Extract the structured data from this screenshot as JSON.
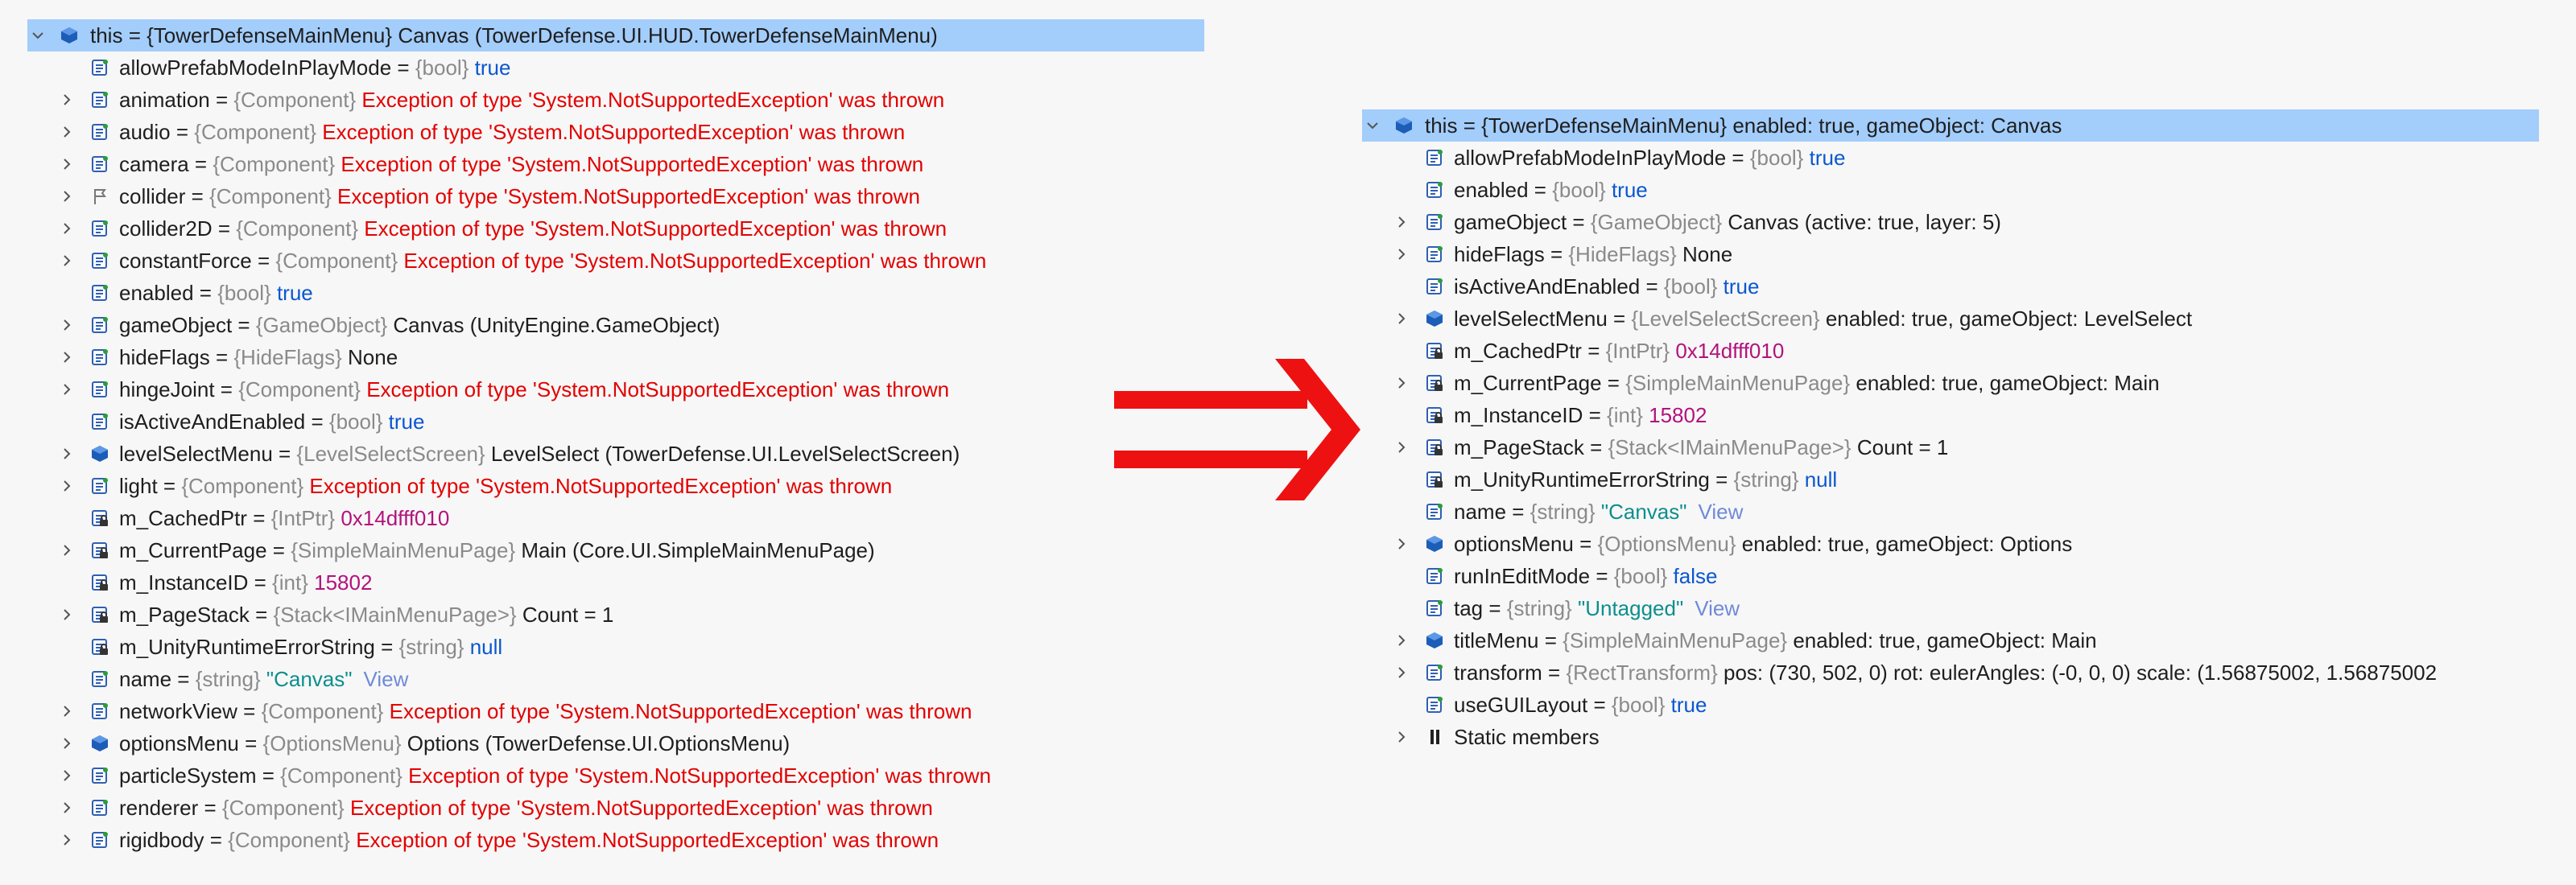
{
  "colors": {
    "selection": "#a3cdfb",
    "error": "#e30000",
    "keyword": "#0a57d0",
    "number": "#b3127c",
    "string": "#0d8e8e",
    "type": "#8a8a8a",
    "arrow": "#ee1111"
  },
  "left": {
    "header": {
      "name": "this",
      "type": "{TowerDefenseMainMenu}",
      "value": "Canvas (TowerDefense.UI.HUD.TowerDefenseMainMenu)",
      "icon": "object-icon"
    },
    "rows": [
      {
        "expand": false,
        "icon": "field-icon",
        "name": "allowPrefabModeInPlayMode",
        "type": "{bool}",
        "value": "true",
        "style": "kw"
      },
      {
        "expand": true,
        "icon": "field-icon",
        "name": "animation",
        "type": "{Component}",
        "value": "Exception of type 'System.NotSupportedException' was thrown",
        "style": "err"
      },
      {
        "expand": true,
        "icon": "field-icon",
        "name": "audio",
        "type": "{Component}",
        "value": "Exception of type 'System.NotSupportedException' was thrown",
        "style": "err"
      },
      {
        "expand": true,
        "icon": "field-icon",
        "name": "camera",
        "type": "{Component}",
        "value": "Exception of type 'System.NotSupportedException' was thrown",
        "style": "err"
      },
      {
        "expand": true,
        "icon": "flag-icon",
        "name": "collider",
        "type": "{Component}",
        "value": "Exception of type 'System.NotSupportedException' was thrown",
        "style": "err"
      },
      {
        "expand": true,
        "icon": "field-icon",
        "name": "collider2D",
        "type": "{Component}",
        "value": "Exception of type 'System.NotSupportedException' was thrown",
        "style": "err"
      },
      {
        "expand": true,
        "icon": "field-icon",
        "name": "constantForce",
        "type": "{Component}",
        "value": "Exception of type 'System.NotSupportedException' was thrown",
        "style": "err"
      },
      {
        "expand": false,
        "icon": "field-icon",
        "name": "enabled",
        "type": "{bool}",
        "value": "true",
        "style": "kw"
      },
      {
        "expand": true,
        "icon": "field-icon",
        "name": "gameObject",
        "type": "{GameObject}",
        "value": "Canvas (UnityEngine.GameObject)",
        "style": "plain"
      },
      {
        "expand": true,
        "icon": "field-icon",
        "name": "hideFlags",
        "type": "{HideFlags}",
        "value": "None",
        "style": "plain"
      },
      {
        "expand": true,
        "icon": "field-icon",
        "name": "hingeJoint",
        "type": "{Component}",
        "value": "Exception of type 'System.NotSupportedException' was thrown",
        "style": "err"
      },
      {
        "expand": false,
        "icon": "field-icon",
        "name": "isActiveAndEnabled",
        "type": "{bool}",
        "value": "true",
        "style": "kw"
      },
      {
        "expand": true,
        "icon": "object-icon",
        "name": "levelSelectMenu",
        "type": "{LevelSelectScreen}",
        "value": "LevelSelect (TowerDefense.UI.LevelSelectScreen)",
        "style": "plain"
      },
      {
        "expand": true,
        "icon": "field-icon",
        "name": "light",
        "type": "{Component}",
        "value": "Exception of type 'System.NotSupportedException' was thrown",
        "style": "err"
      },
      {
        "expand": false,
        "icon": "private-field-icon",
        "name": "m_CachedPtr",
        "type": "{IntPtr}",
        "value": "0x14dfff010",
        "style": "num"
      },
      {
        "expand": true,
        "icon": "private-field-icon",
        "name": "m_CurrentPage",
        "type": "{SimpleMainMenuPage}",
        "value": "Main (Core.UI.SimpleMainMenuPage)",
        "style": "plain"
      },
      {
        "expand": false,
        "icon": "private-field-icon",
        "name": "m_InstanceID",
        "type": "{int}",
        "value": "15802",
        "style": "num"
      },
      {
        "expand": true,
        "icon": "private-field-icon",
        "name": "m_PageStack",
        "type": "{Stack<IMainMenuPage>}",
        "value": "Count = 1",
        "style": "plain"
      },
      {
        "expand": false,
        "icon": "private-field-icon",
        "name": "m_UnityRuntimeErrorString",
        "type": "{string}",
        "value": "null",
        "style": "kw"
      },
      {
        "expand": false,
        "icon": "field-icon",
        "name": "name",
        "type": "{string}",
        "value": "\"Canvas\"",
        "style": "str",
        "view": "View"
      },
      {
        "expand": true,
        "icon": "field-icon",
        "name": "networkView",
        "type": "{Component}",
        "value": "Exception of type 'System.NotSupportedException' was thrown",
        "style": "err"
      },
      {
        "expand": true,
        "icon": "object-icon",
        "name": "optionsMenu",
        "type": "{OptionsMenu}",
        "value": "Options (TowerDefense.UI.OptionsMenu)",
        "style": "plain"
      },
      {
        "expand": true,
        "icon": "field-icon",
        "name": "particleSystem",
        "type": "{Component}",
        "value": "Exception of type 'System.NotSupportedException' was thrown",
        "style": "err"
      },
      {
        "expand": true,
        "icon": "field-icon",
        "name": "renderer",
        "type": "{Component}",
        "value": "Exception of type 'System.NotSupportedException' was thrown",
        "style": "err"
      },
      {
        "expand": true,
        "icon": "field-icon",
        "name": "rigidbody",
        "type": "{Component}",
        "value": "Exception of type 'System.NotSupportedException' was thrown",
        "style": "err"
      }
    ]
  },
  "right": {
    "header": {
      "name": "this",
      "type": "{TowerDefenseMainMenu}",
      "value": "enabled: true, gameObject: Canvas",
      "icon": "object-icon"
    },
    "rows": [
      {
        "expand": false,
        "icon": "field-icon",
        "name": "allowPrefabModeInPlayMode",
        "type": "{bool}",
        "value": "true",
        "style": "kw"
      },
      {
        "expand": false,
        "icon": "field-icon",
        "name": "enabled",
        "type": "{bool}",
        "value": "true",
        "style": "kw"
      },
      {
        "expand": true,
        "icon": "field-icon",
        "name": "gameObject",
        "type": "{GameObject}",
        "value": "Canvas (active: true, layer: 5)",
        "style": "plain"
      },
      {
        "expand": true,
        "icon": "field-icon",
        "name": "hideFlags",
        "type": "{HideFlags}",
        "value": "None",
        "style": "plain"
      },
      {
        "expand": false,
        "icon": "field-icon",
        "name": "isActiveAndEnabled",
        "type": "{bool}",
        "value": "true",
        "style": "kw"
      },
      {
        "expand": true,
        "icon": "object-icon",
        "name": "levelSelectMenu",
        "type": "{LevelSelectScreen}",
        "value": "enabled: true, gameObject: LevelSelect",
        "style": "plain"
      },
      {
        "expand": false,
        "icon": "private-field-icon",
        "name": "m_CachedPtr",
        "type": "{IntPtr}",
        "value": "0x14dfff010",
        "style": "num"
      },
      {
        "expand": true,
        "icon": "private-field-icon",
        "name": "m_CurrentPage",
        "type": "{SimpleMainMenuPage}",
        "value": "enabled: true, gameObject: Main",
        "style": "plain"
      },
      {
        "expand": false,
        "icon": "private-field-icon",
        "name": "m_InstanceID",
        "type": "{int}",
        "value": "15802",
        "style": "num"
      },
      {
        "expand": true,
        "icon": "private-field-icon",
        "name": "m_PageStack",
        "type": "{Stack<IMainMenuPage>}",
        "value": "Count = 1",
        "style": "plain"
      },
      {
        "expand": false,
        "icon": "private-field-icon",
        "name": "m_UnityRuntimeErrorString",
        "type": "{string}",
        "value": "null",
        "style": "kw"
      },
      {
        "expand": false,
        "icon": "field-icon",
        "name": "name",
        "type": "{string}",
        "value": "\"Canvas\"",
        "style": "str",
        "view": "View"
      },
      {
        "expand": true,
        "icon": "object-icon",
        "name": "optionsMenu",
        "type": "{OptionsMenu}",
        "value": "enabled: true, gameObject: Options",
        "style": "plain"
      },
      {
        "expand": false,
        "icon": "field-icon",
        "name": "runInEditMode",
        "type": "{bool}",
        "value": "false",
        "style": "kw"
      },
      {
        "expand": false,
        "icon": "field-icon",
        "name": "tag",
        "type": "{string}",
        "value": "\"Untagged\"",
        "style": "str",
        "view": "View"
      },
      {
        "expand": true,
        "icon": "object-icon",
        "name": "titleMenu",
        "type": "{SimpleMainMenuPage}",
        "value": "enabled: true, gameObject: Main",
        "style": "plain"
      },
      {
        "expand": true,
        "icon": "field-icon",
        "name": "transform",
        "type": "{RectTransform}",
        "value": "pos: (730, 502, 0) rot: eulerAngles: (-0, 0, 0) scale: (1.56875002, 1.56875002",
        "style": "plain"
      },
      {
        "expand": false,
        "icon": "field-icon",
        "name": "useGUILayout",
        "type": "{bool}",
        "value": "true",
        "style": "kw"
      }
    ],
    "static_members": {
      "label": "Static members",
      "icon": "static-members-icon"
    }
  }
}
